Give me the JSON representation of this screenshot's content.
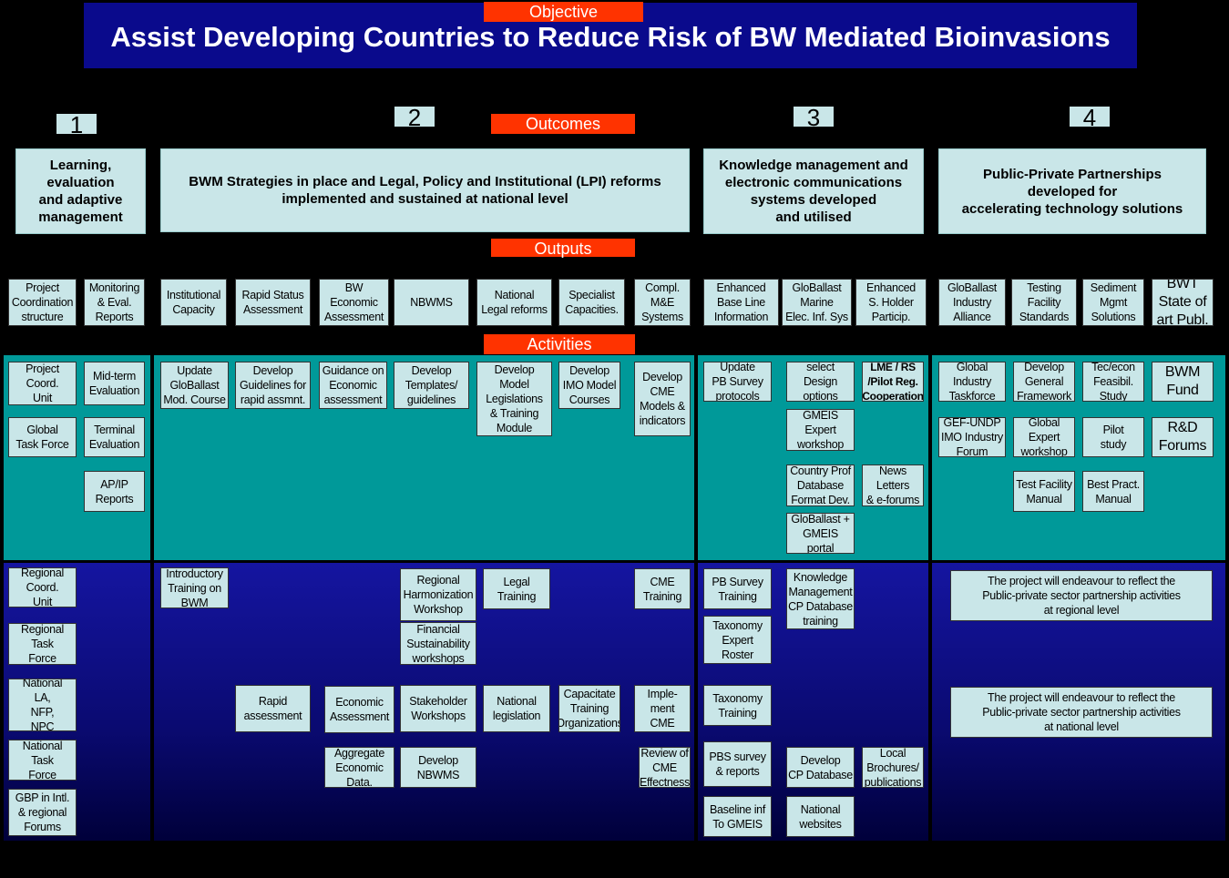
{
  "objective_label": "Objective",
  "title": "Assist Developing Countries to Reduce Risk of BW Mediated Bioinvasions",
  "outcomes_label": "Outcomes",
  "outputs_label": "Outputs",
  "activities_label": "Activities",
  "outcome_numbers": [
    "1",
    "2",
    "3",
    "4"
  ],
  "outcomes": [
    "Learning,\nevaluation\nand adaptive\nmanagement",
    "BWM Strategies in place and Legal, Policy and Institutional (LPI) reforms\nimplemented and sustained at national level",
    "Knowledge management and\nelectronic communications\nsystems developed\nand utilised",
    "Public-Private Partnerships\ndeveloped  for\naccelerating technology solutions"
  ],
  "outputs": [
    "Project\nCoordination\nstructure",
    "Monitoring\n& Eval.\nReports",
    "Institutional\nCapacity",
    "Rapid Status\nAssessment",
    "BW\nEconomic\nAssessment",
    "NBWMS",
    "National\nLegal reforms",
    "Specialist\nCapacities.",
    "Compl.\nM&E\nSystems",
    "Enhanced\nBase Line\nInformation",
    "GloBallast\nMarine\nElec. Inf. Sys",
    "Enhanced\nS. Holder\nParticip.",
    "GloBallast\nIndustry\nAlliance",
    "Testing\nFacility\nStandards",
    "Sediment\nMgmt\nSolutions",
    "BWT\nState of\nart Publ."
  ],
  "global_activities": [
    "Project\nCoord.\nUnit",
    "Mid-term\nEvaluation",
    "Global\nTask Force",
    "Terminal\nEvaluation",
    "AP/IP\nReports",
    "Update\nGloBallast\nMod. Course",
    "Develop\nGuidelines for\nrapid assmnt.",
    "Guidance on\nEconomic\nassessment",
    "Develop\nTemplates/\nguidelines",
    "Develop\nModel\nLegislations\n& Training\nModule",
    "Develop\nIMO Model\nCourses",
    "Develop\nCME\nModels &\nindicators",
    "Update\nPB Survey\nprotocols",
    "select\nDesign\noptions",
    "LME / RS\n/Pilot Reg.\nCooperation",
    "GMEIS\nExpert\nworkshop",
    "Country Prof\nDatabase\nFormat Dev.",
    "News\nLetters\n& e-forums",
    "GloBallast +\nGMEIS\nportal",
    "Global\nIndustry\nTaskforce",
    "Develop\nGeneral\nFramework",
    "Tec/econ\nFeasibil.\nStudy",
    "BWM\nFund",
    "GEF-UNDP\nIMO Industry\nForum",
    "Global\nExpert\nworkshop",
    "Pilot\nstudy",
    "R&D\nForums",
    "Test Facility\nManual",
    "Best Pract.\nManual"
  ],
  "regional_national_activities": [
    "Regional\nCoord.\nUnit",
    "Regional\nTask\nForce",
    "National\nLA,\nNFP,\nNPC",
    "National\nTask\nForce",
    "GBP in Intl.\n& regional\nForums",
    "Introductory\nTraining on\nBWM",
    "Regional\nHarmonization\nWorkshop",
    "Financial\nSustainability\nworkshops",
    "Legal\nTraining",
    "CME\nTraining",
    "Rapid\nassessment",
    "Economic\nAssessment",
    "Stakeholder\nWorkshops",
    "National\nlegislation",
    "Capacitate\nTraining\nOrganizations",
    "Imple-\nment\nCME",
    "Aggregate\nEconomic\nData.",
    "Develop\nNBWMS",
    "Review of\nCME\nEffectness",
    "PB Survey\nTraining",
    "Taxonomy\nExpert\nRoster",
    "Knowledge\nManagement\nCP Database\ntraining",
    "Taxonomy\nTraining",
    "PBS survey\n& reports",
    "Develop\nCP Database",
    "Local\nBrochures/\npublications",
    "Baseline inf\nTo GMEIS",
    "National\nwebsites",
    "The project will endeavour to reflect the\nPublic-private sector partnership activities\nat regional level",
    "The project will endeavour to reflect the\nPublic-private sector partnership activities\nat national level"
  ]
}
